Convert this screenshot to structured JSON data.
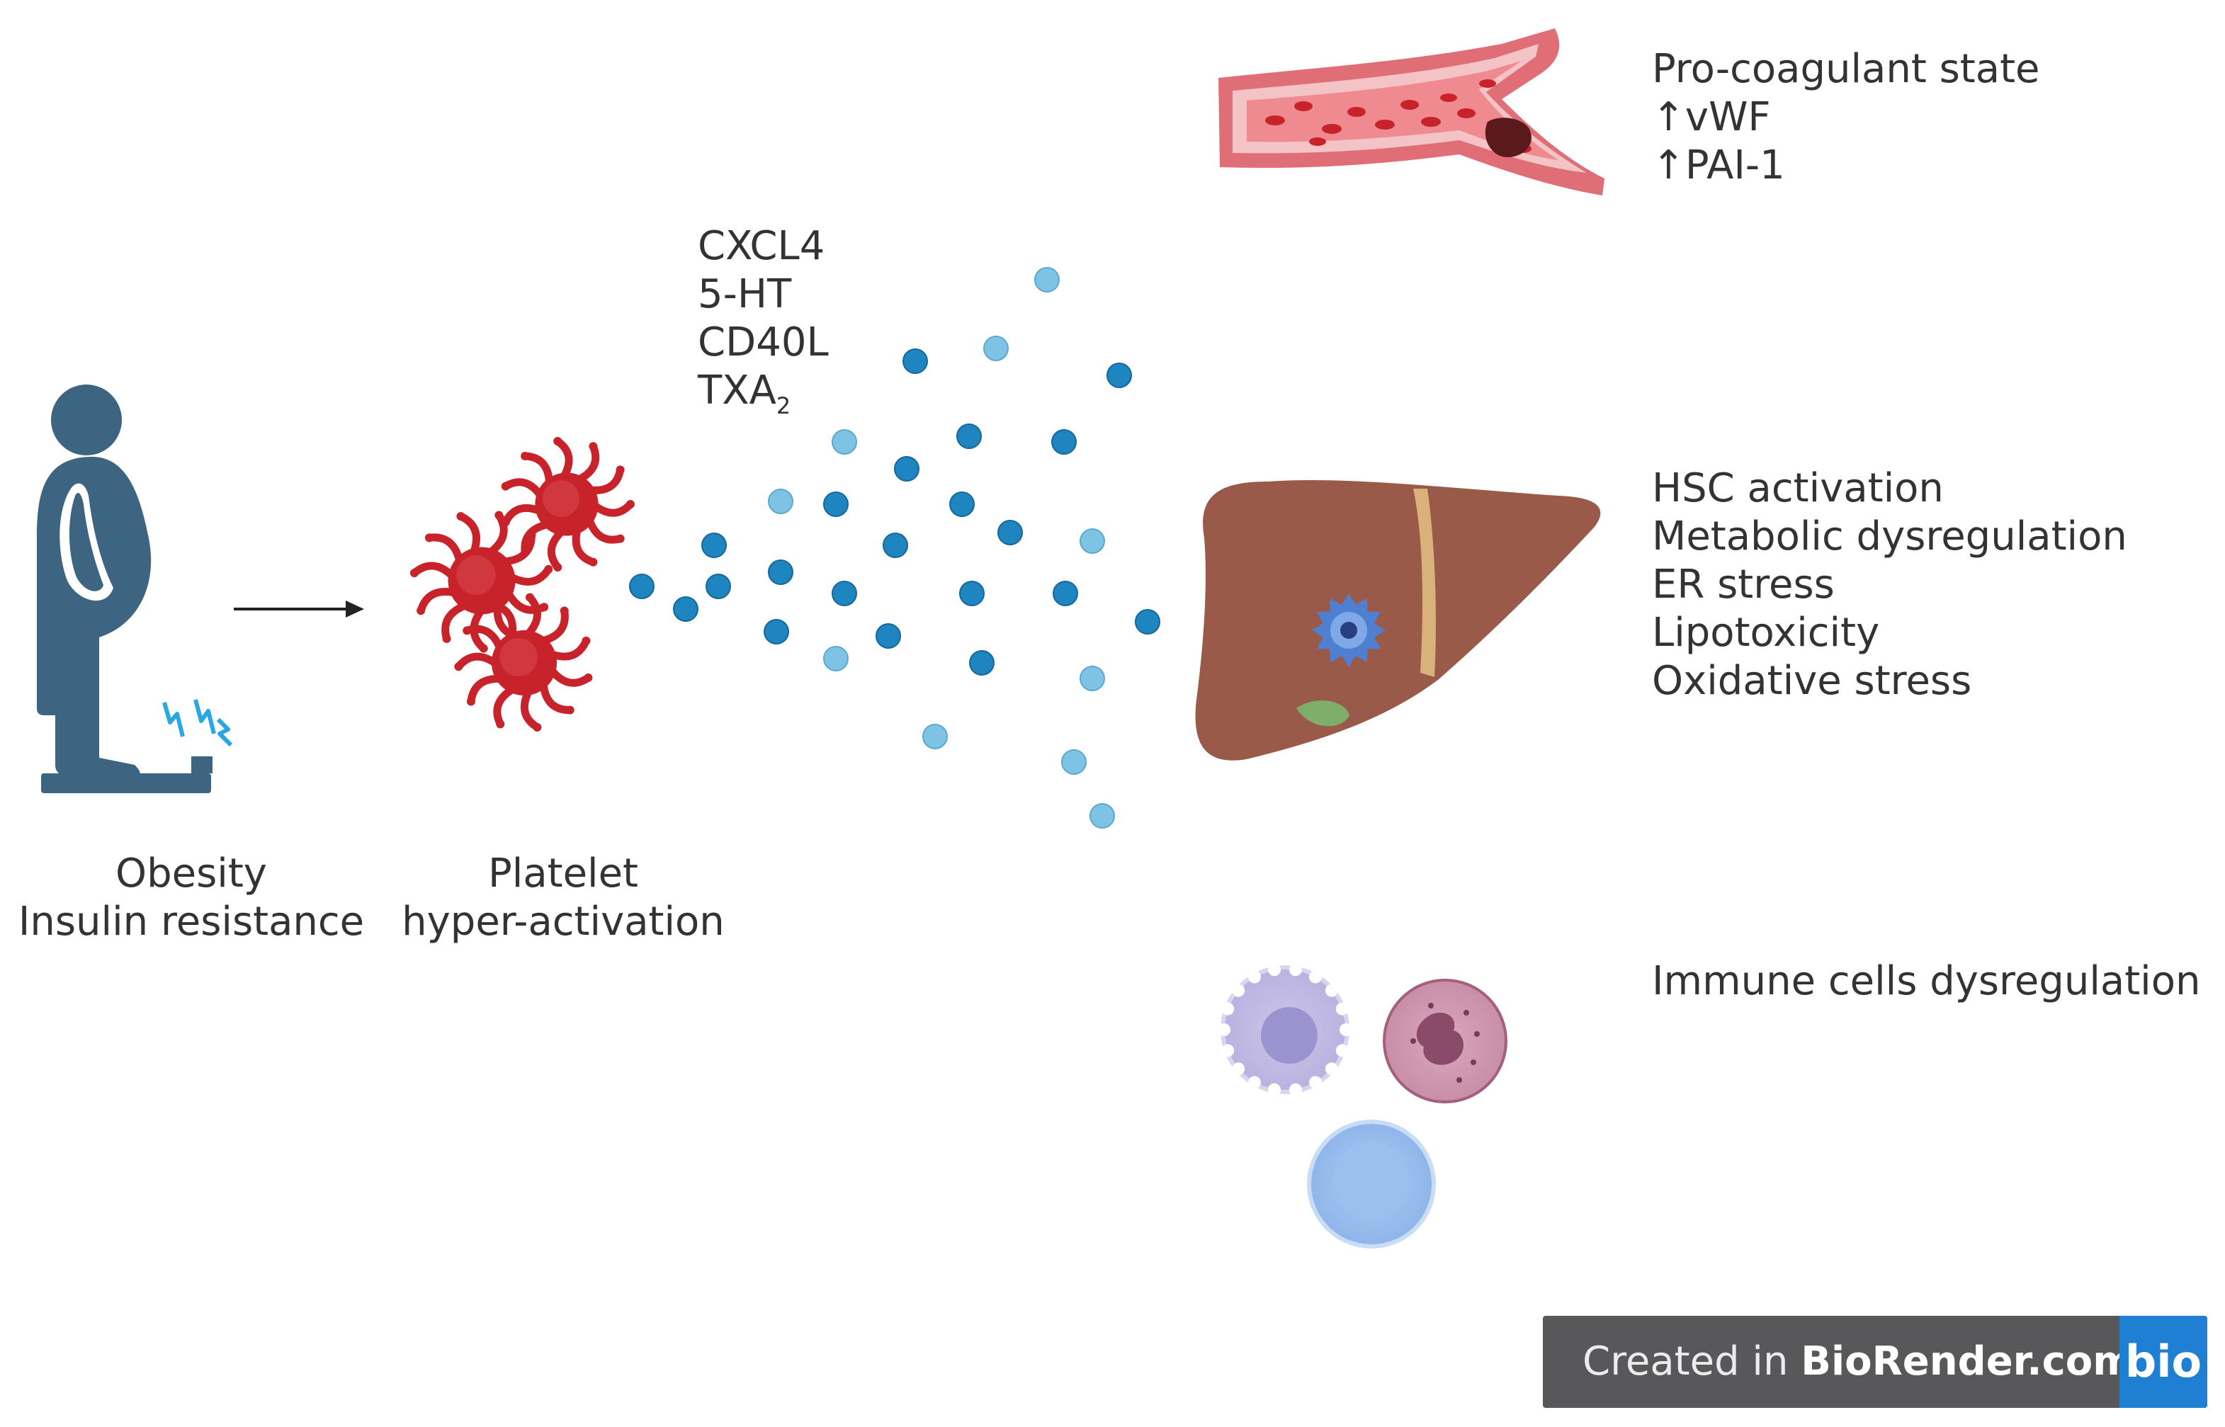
{
  "labels": {
    "obesity": [
      "Obesity",
      "Insulin resistance"
    ],
    "platelet": [
      "Platelet",
      "hyper-activation"
    ],
    "mediators": {
      "cxcl4": "CXCL4",
      "serotonin": "5-HT",
      "cd40l": "CD40L",
      "txa": "TXA",
      "txa_sub": "2"
    },
    "vessel": [
      "Pro-coagulant state",
      "↑vWF",
      "↑PAI-1"
    ],
    "liver": [
      "HSC activation",
      "Metabolic dysregulation",
      "ER stress",
      "Lipotoxicity",
      "Oxidative stress"
    ],
    "immune": "Immune cells dysregulation"
  },
  "badge": {
    "prefix": "Created in ",
    "brand": "BioRender.com",
    "logo": "bio"
  },
  "icons": [
    "person-on-scale-icon",
    "activated-platelet-icon",
    "blood-vessel-thrombus-icon",
    "liver-icon",
    "stellate-cell-icon",
    "monocyte-icon",
    "neutrophil-icon",
    "lymphocyte-icon",
    "arrow-icon"
  ],
  "colors": {
    "person": "#3d6581",
    "platelet": "#c8232b",
    "dot_dark": "#1f85c0",
    "dot_light": "#7ec3e3",
    "liver": "#9a5a4a",
    "vessel": "#e67c82",
    "badge_bg": "#58585b",
    "badge_logo": "#1f7fd2"
  }
}
